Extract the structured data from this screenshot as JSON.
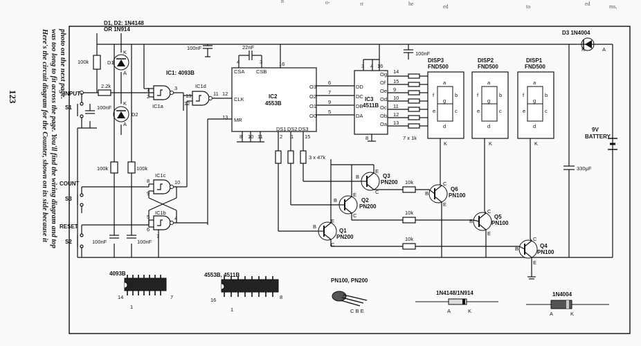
{
  "page": {
    "number": "123",
    "caption_1": "Here's the circuit diagram for the Counter, shown on its side because it",
    "caption_2": "was too long to fit across the page. You'll find the wiring diagram and top",
    "caption_3": "photo  on the next page."
  },
  "labels": {
    "d1d2": "D1, D2: 1N4148",
    "d1d2_alt": "OR 1N914",
    "d1": "D1",
    "d2": "D2",
    "d3": "D3 1N4004",
    "k": "K",
    "a": "A",
    "b": "B",
    "c": "C",
    "e": "E",
    "input": "INPUT",
    "count": "COUNT",
    "reset": "RESET",
    "s1": "S1",
    "s2": "S2",
    "s3": "S3",
    "r100k": "100k",
    "r2k2": "2.2k",
    "r10k": "10k",
    "r3x47k": "3 x 47k",
    "r7x1k": "7 x 1k",
    "c100n": "100nF",
    "c22n": "22nF",
    "c330": "330µF",
    "ic1": "IC1: 4093B",
    "ic1a": "IC1a",
    "ic1b": "IC1b",
    "ic1c": "IC1c",
    "ic1d": "IC1d",
    "ic2": "IC2",
    "ic2_part": "4553B",
    "ic3": "IC3",
    "ic3_part": "4511B",
    "csa": "CSA",
    "csb": "CSB",
    "clk": "CLK",
    "mr": "MR",
    "o3": "O3",
    "o2": "O2",
    "o1": "O1",
    "o0": "O0",
    "ds1": "DS1",
    "ds2": "DS2",
    "ds3": "DS3",
    "dd": "DD",
    "dc": "DC",
    "db": "DB",
    "da": "DA",
    "og": "Og",
    "of": "Of",
    "oe": "Oe",
    "od": "Od",
    "oc": "Oc",
    "ob": "Ob",
    "oa": "Oa",
    "disp1": "DISP1",
    "disp2": "DISP2",
    "disp3": "DISP3",
    "disp_part": "FND500",
    "q1": "Q1",
    "q2": "Q2",
    "q3": "Q3",
    "q4": "Q4",
    "q5": "Q5",
    "q6": "Q6",
    "pn100": "PN100",
    "pn200": "PN200",
    "battery_v": "9V",
    "battery": "BATTERY"
  },
  "pins": {
    "p1": "1",
    "p2": "2",
    "p3": "3",
    "p4": "4",
    "p5": "5",
    "p6": "6",
    "p7": "7",
    "p8": "8",
    "p9": "9",
    "p10": "10",
    "p11": "11",
    "p12": "12",
    "p13": "13",
    "p14": "14",
    "p15": "15",
    "p16": "16"
  },
  "seg": {
    "a": "a",
    "b": "b",
    "c": "c",
    "d": "d",
    "e": "e",
    "f": "f",
    "g": "g"
  },
  "packages": {
    "ic4093": "4093B",
    "ic4553": "4553B, 4511B",
    "transistor": "PN100, PN200",
    "cbe": "C  B  E",
    "signal_diode": "1N4148/1N914",
    "power_diode": "1N4004",
    "p1": "1",
    "p7": "7",
    "p8": "8",
    "p14": "14",
    "p16": "16",
    "pin_count_4093": 7,
    "pin_count_4553": 8
  }
}
